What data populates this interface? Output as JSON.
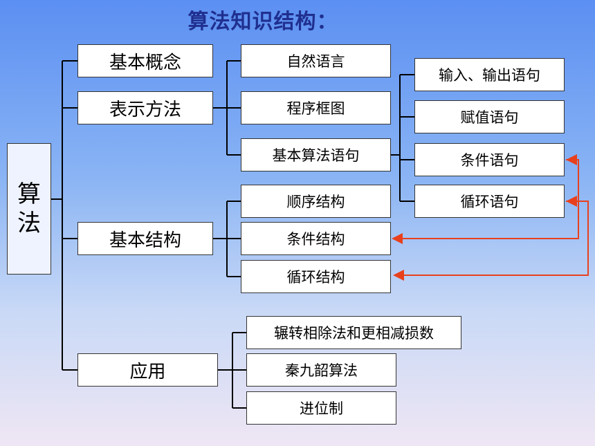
{
  "title": "算法知识结构：",
  "root": {
    "char1": "算",
    "char2": "法"
  },
  "level1": {
    "concept": "基本概念",
    "representation": "表示方法",
    "structure": "基本结构",
    "application": "应用"
  },
  "representation_children": {
    "natural_language": "自然语言",
    "flowchart": "程序框图",
    "statements": "基本算法语句"
  },
  "statement_children": {
    "io": "输入、输出语句",
    "assignment": "赋值语句",
    "conditional": "条件语句",
    "loop": "循环语句"
  },
  "structure_children": {
    "sequential": "顺序结构",
    "conditional": "条件结构",
    "loop": "循环结构"
  },
  "application_children": {
    "euclid": "辗转相除法和更相减损数",
    "horner": "秦九韶算法",
    "base": "进位制"
  },
  "colors": {
    "arrow": "#e8401c",
    "title": "#1f2f8f"
  }
}
